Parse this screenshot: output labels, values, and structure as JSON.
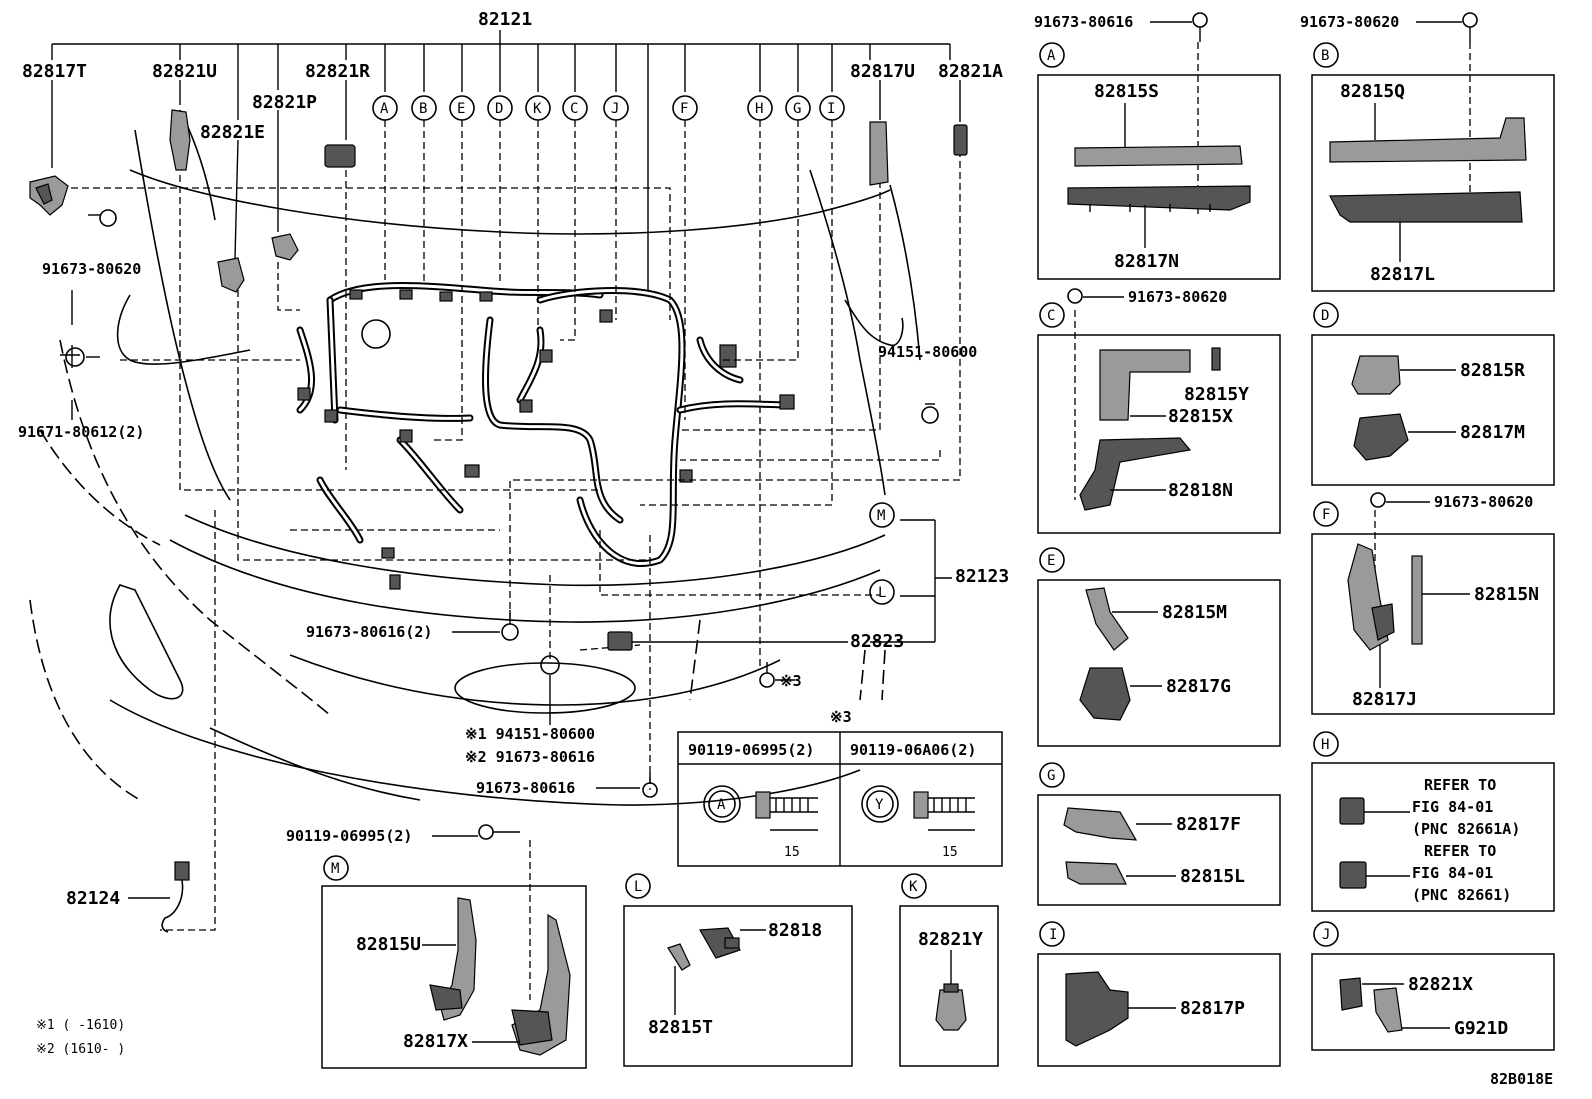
{
  "callouts": {
    "p82121": "82121",
    "p82817T": "82817T",
    "p82821U": "82821U",
    "p82821R": "82821R",
    "p82821P": "82821P",
    "p82821E": "82821E",
    "p82817U": "82817U",
    "p82821A": "82821A",
    "p91673_80620_left": "91673-80620",
    "p91671_80612": "91671-80612(2)",
    "p94151_80600": "94151-80600",
    "p91673_80616_2": "91673-80616(2)",
    "p82123": "82123",
    "p82823": "82823",
    "x3_ref": "※3",
    "x1_94151": "※1 94151-80600",
    "x2_91673": "※2 91673-80616",
    "p91673_80616_bottom": "91673-80616",
    "p90119_06995_2": "90119-06995(2)",
    "p82124": "82124",
    "top_91673_80616": "91673-80616",
    "top_91673_80620": "91673-80620",
    "c_91673_80620": "91673-80620",
    "f_91673_80620": "91673-80620",
    "footnote1": "※1 (      -1610)",
    "footnote2": "※2 (1610-      )",
    "figure_code": "82B018E"
  },
  "harness_letters": [
    "A",
    "B",
    "E",
    "D",
    "K",
    "C",
    "J",
    "F",
    "H",
    "G",
    "I"
  ],
  "detail_boxes": {
    "A": {
      "letter": "A",
      "parts": [
        "82815S",
        "82817N"
      ]
    },
    "B": {
      "letter": "B",
      "parts": [
        "82815Q",
        "82817L"
      ]
    },
    "C": {
      "letter": "C",
      "parts": [
        "82815Y",
        "82815X",
        "82818N"
      ]
    },
    "D": {
      "letter": "D",
      "parts": [
        "82815R",
        "82817M"
      ]
    },
    "E": {
      "letter": "E",
      "parts": [
        "82815M",
        "82817G"
      ]
    },
    "F": {
      "letter": "F",
      "parts": [
        "82815N",
        "82817J"
      ]
    },
    "G": {
      "letter": "G",
      "parts": [
        "82817F",
        "82815L"
      ]
    },
    "H": {
      "letter": "H",
      "refer1": [
        "REFER TO",
        "FIG 84-01",
        "(PNC 82661A)"
      ],
      "refer2": [
        "REFER TO",
        "FIG 84-01",
        "(PNC 82661)"
      ]
    },
    "I": {
      "letter": "I",
      "parts": [
        "82817P"
      ]
    },
    "J": {
      "letter": "J",
      "parts": [
        "82821X",
        "G921D"
      ]
    },
    "K": {
      "letter": "K",
      "parts": [
        "82821Y"
      ]
    },
    "L": {
      "letter": "L",
      "parts": [
        "82818",
        "82815T"
      ]
    },
    "M": {
      "letter": "M",
      "parts": [
        "82815U",
        "82817X"
      ]
    }
  },
  "bolt_table": {
    "ref": "※3",
    "col1": {
      "part": "90119-06995(2)",
      "mark": "A",
      "length": "15"
    },
    "col2": {
      "part": "90119-06A06(2)",
      "mark": "Y",
      "length": "15"
    }
  },
  "leader_letters": {
    "M": "M",
    "L": "L"
  }
}
